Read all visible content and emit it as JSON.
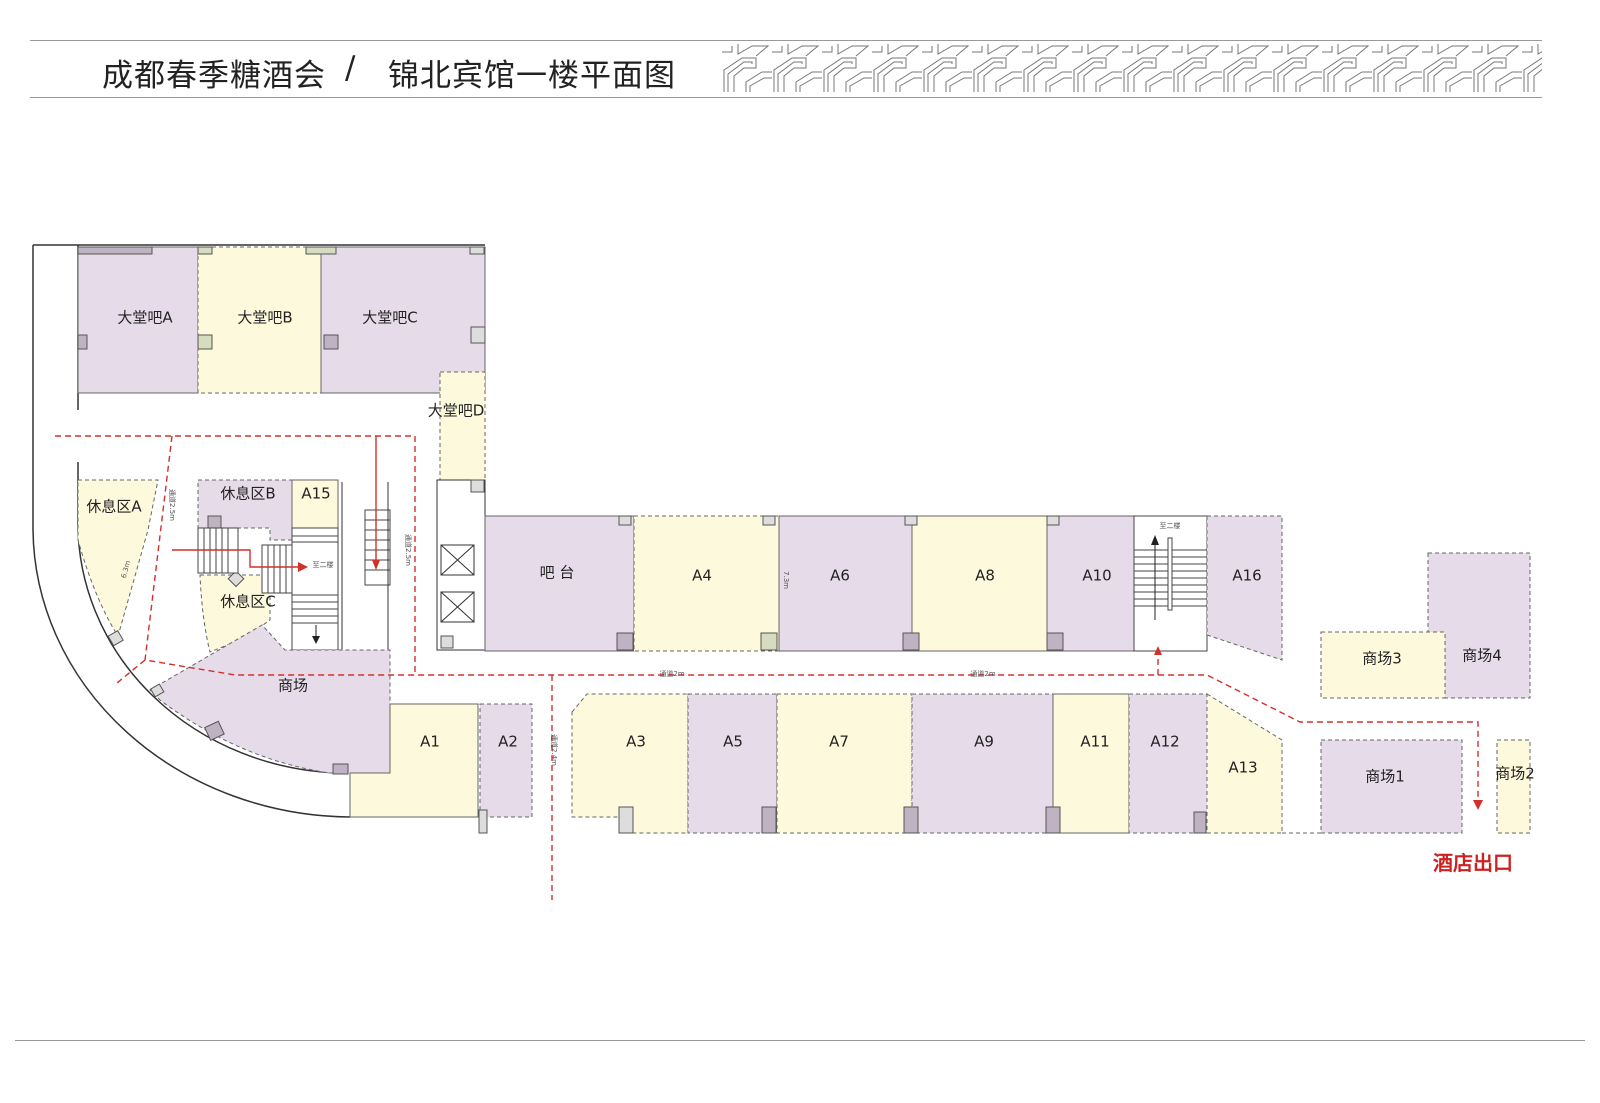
{
  "header": {
    "title_left": "成都春季糖酒会",
    "separator": "/",
    "title_right": "锦北宾馆一楼平面图"
  },
  "rooms": {
    "lobby_bar_a": "大堂吧A",
    "lobby_bar_b": "大堂吧B",
    "lobby_bar_c": "大堂吧C",
    "lobby_bar_d": "大堂吧D",
    "rest_a": "休息区A",
    "rest_b": "休息区B",
    "rest_c": "休息区C",
    "mall": "商场",
    "bar": "吧 台",
    "a1": "A1",
    "a2": "A2",
    "a3": "A3",
    "a4": "A4",
    "a5": "A5",
    "a6": "A6",
    "a7": "A7",
    "a8": "A8",
    "a9": "A9",
    "a10": "A10",
    "a11": "A11",
    "a12": "A12",
    "a13": "A13",
    "a15": "A15",
    "a16": "A16",
    "mall1": "商场1",
    "mall2": "商场2",
    "mall3": "商场3",
    "mall4": "商场4"
  },
  "annotations": {
    "to_second_floor": "至二楼",
    "corridor_2m": "通道2m",
    "corridor_25m": "通道2.5m",
    "corridor_24m": "通道2.4m",
    "dim_73m": "7.3m",
    "dim_63m": "6.3m"
  },
  "exit": {
    "label": "酒店出口",
    "color": "#cc2222"
  },
  "colors": {
    "booth_purple": "#e6dbe9",
    "booth_yellow": "#fdf9dc",
    "route_red": "#d3302c"
  }
}
